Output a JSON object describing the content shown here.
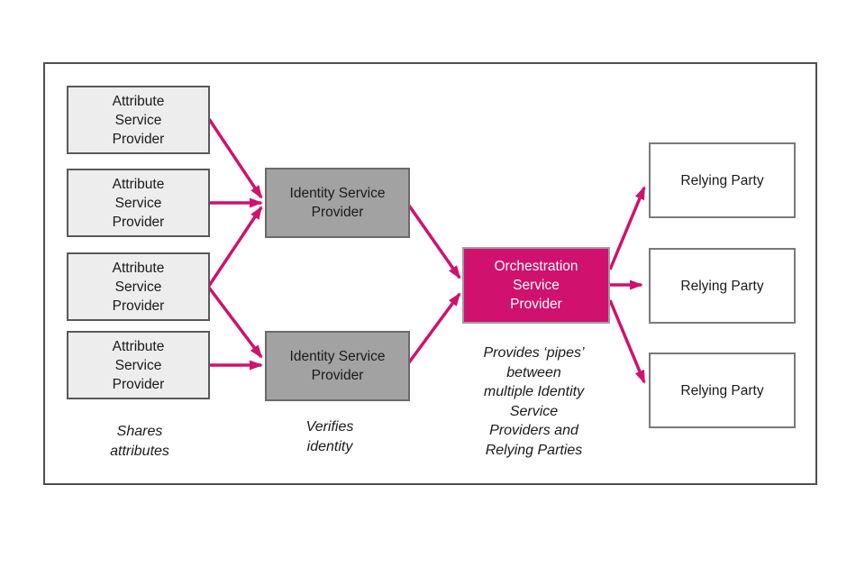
{
  "diagram": {
    "type": "flow-diagram",
    "attribute_service_providers": [
      {
        "label": "Attribute\nService\nProvider"
      },
      {
        "label": "Attribute\nService\nProvider"
      },
      {
        "label": "Attribute\nService\nProvider"
      },
      {
        "label": "Attribute\nService\nProvider"
      }
    ],
    "identity_service_providers": [
      {
        "label": "Identity Service\nProvider"
      },
      {
        "label": "Identity Service\nProvider"
      }
    ],
    "orchestration_service_provider": {
      "label": "Orchestration\nService\nProvider"
    },
    "relying_parties": [
      {
        "label": "Relying Party"
      },
      {
        "label": "Relying Party"
      },
      {
        "label": "Relying Party"
      }
    ],
    "captions": {
      "shares": "Shares\nattributes",
      "verifies": "Verifies\nidentity",
      "provides": "Provides ‘pipes’\nbetween\nmultiple Identity\nService\nProviders and\nRelying Parties"
    },
    "colors": {
      "accent_magenta": "#d0116e",
      "asp_fill": "#ededed",
      "isp_fill": "#a2a2a2",
      "osp_fill": "#d0116e",
      "rp_fill": "#ffffff",
      "box_border_dark": "#595959",
      "frame_border": "#4f4f4f"
    }
  }
}
